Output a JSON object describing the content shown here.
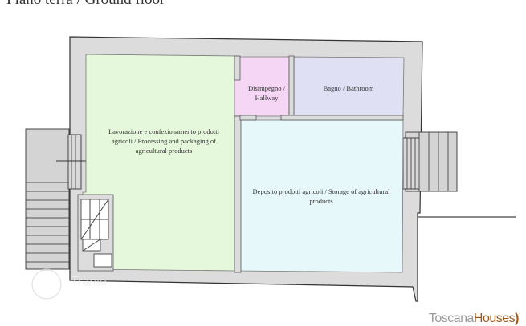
{
  "title": "Piano terra / Ground floor",
  "rooms": {
    "processing": "Lavorazione e confezionamento prodotti agricoli / Processing and packaging of agricultural products",
    "hallway": "Disimpegno / Hallway",
    "bathroom": "Bagno / Bathroom",
    "storage": "Deposito prodotti agricoli / Storage of agricultural products"
  },
  "watermark": "Tranio",
  "logo": {
    "part1": "Toscana",
    "part2": "Houses",
    "mark": ")"
  },
  "colors": {
    "wall": "#dcdcdc",
    "processing": "#e6f8dc",
    "hallway": "#f5d6f5",
    "bathroom": "#e0e0f5",
    "storage": "#e6f8fa"
  }
}
